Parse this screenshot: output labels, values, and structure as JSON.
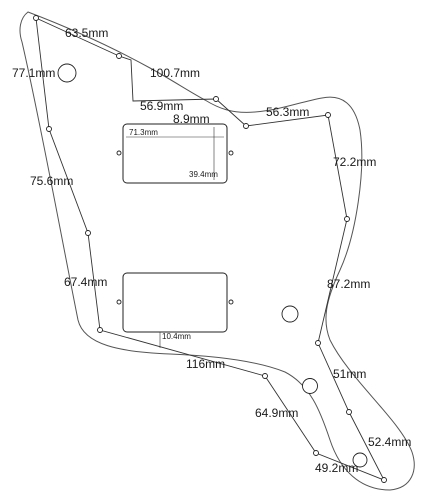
{
  "measurements": {
    "seg_1": "63.5mm",
    "seg_2": "100.7mm",
    "seg_3": "77.1mm",
    "seg_4": "56.9mm",
    "seg_5": "8.9mm",
    "seg_6": "56.3mm",
    "seg_7": "72.2mm",
    "seg_8": "75.6mm",
    "seg_9": "67.4mm",
    "seg_10": "87.2mm",
    "seg_11": "116mm",
    "seg_12": "51mm",
    "seg_13": "64.9mm",
    "seg_14": "52.4mm",
    "seg_15": "49.2mm"
  },
  "pickups": {
    "neck_width": "71.3mm",
    "neck_height": "39.4mm",
    "bridge_gap": "10.4mm"
  },
  "colors": {
    "outline": "#555555",
    "measure_line": "#333333",
    "text": "#1a1a1a"
  }
}
